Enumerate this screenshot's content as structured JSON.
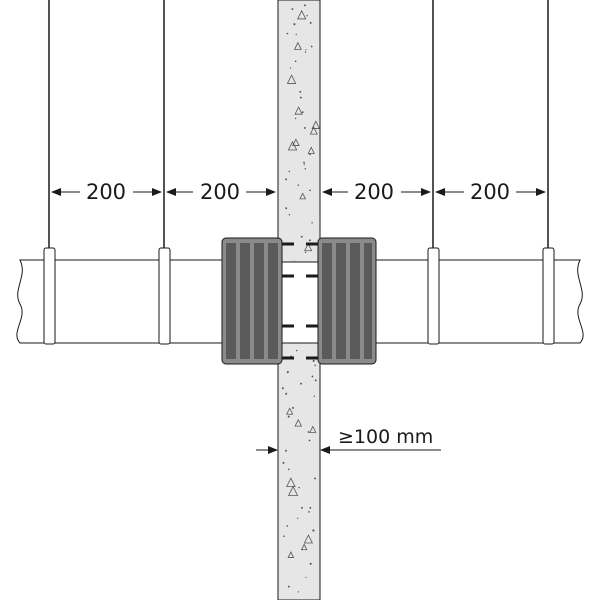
{
  "diagram": {
    "spacing_labels": [
      "200",
      "200",
      "200",
      "200"
    ],
    "clearance_label": "≥100 mm",
    "colors": {
      "line": "#1a1a1a",
      "wall_fill": "#e6e6e6",
      "pipe_fill": "#ffffff",
      "collar_fill": "#8a8a8a",
      "collar_dark": "#5a5a5a"
    }
  }
}
